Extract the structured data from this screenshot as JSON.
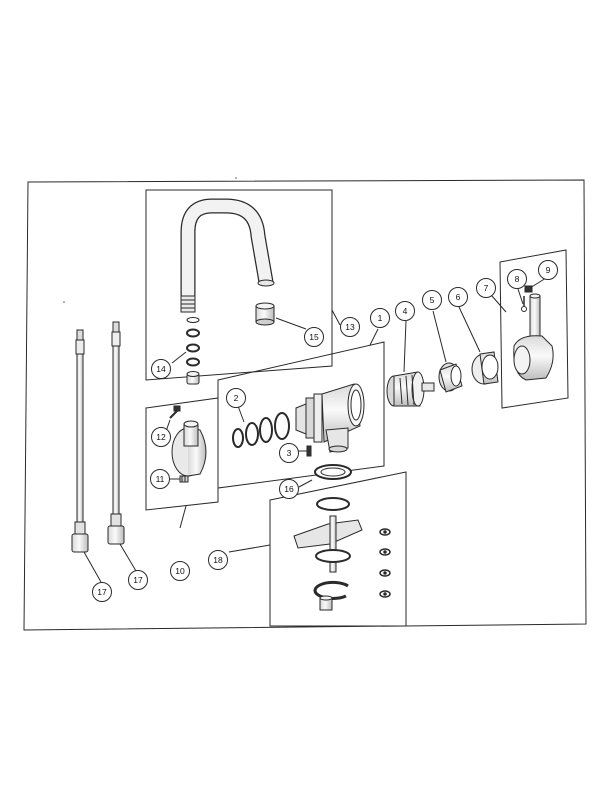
{
  "diagram": {
    "callouts": [
      "1",
      "2",
      "3",
      "4",
      "5",
      "6",
      "7",
      "8",
      "9",
      "10",
      "11",
      "12",
      "13",
      "14",
      "15",
      "16",
      "17",
      "17",
      "18"
    ],
    "colors": {
      "line": "#2a2a2a",
      "paper": "#ffffff",
      "part_fill": "#f4f4f4",
      "part_shade": "#cfcfcf"
    }
  }
}
